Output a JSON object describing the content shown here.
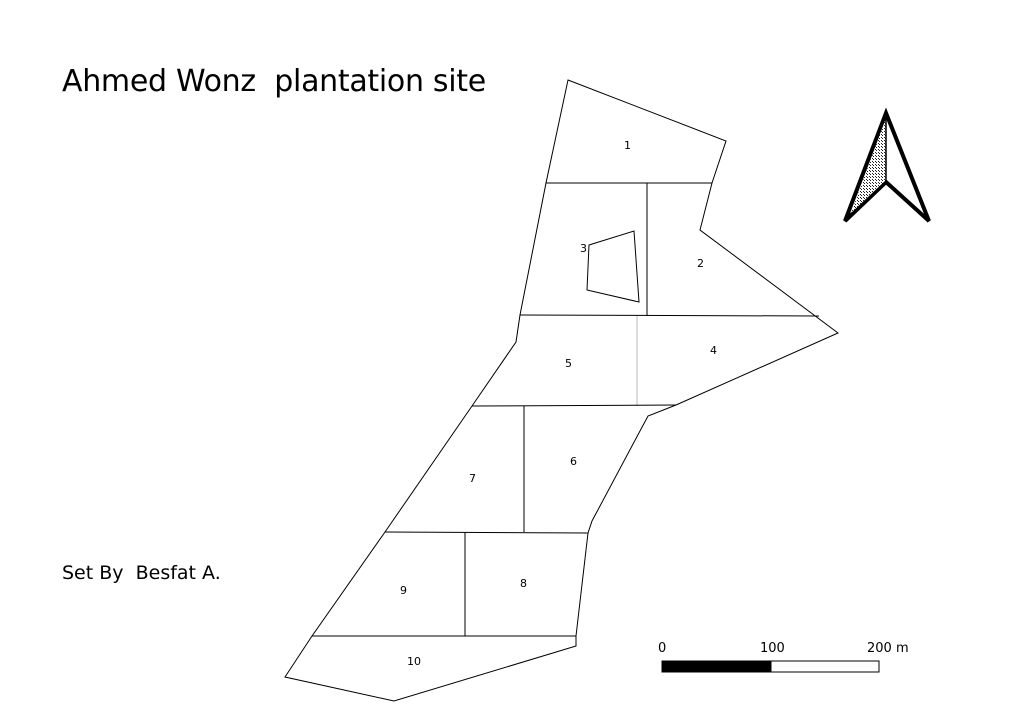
{
  "map": {
    "title": "Ahmed Wonz  plantation site",
    "author": "Set By  Besfat A."
  },
  "parcels": [
    {
      "id": "1",
      "label": "1"
    },
    {
      "id": "2",
      "label": "2"
    },
    {
      "id": "3",
      "label": "3"
    },
    {
      "id": "4",
      "label": "4"
    },
    {
      "id": "5",
      "label": "5"
    },
    {
      "id": "6",
      "label": "6"
    },
    {
      "id": "7",
      "label": "7"
    },
    {
      "id": "8",
      "label": "8"
    },
    {
      "id": "9",
      "label": "9"
    },
    {
      "id": "10",
      "label": "10"
    }
  ],
  "north_arrow": {
    "icon": "north-arrow-icon"
  },
  "scale_bar": {
    "labels": [
      "0",
      "100",
      "200 m"
    ],
    "values": [
      0,
      100,
      200
    ],
    "unit": "m"
  }
}
